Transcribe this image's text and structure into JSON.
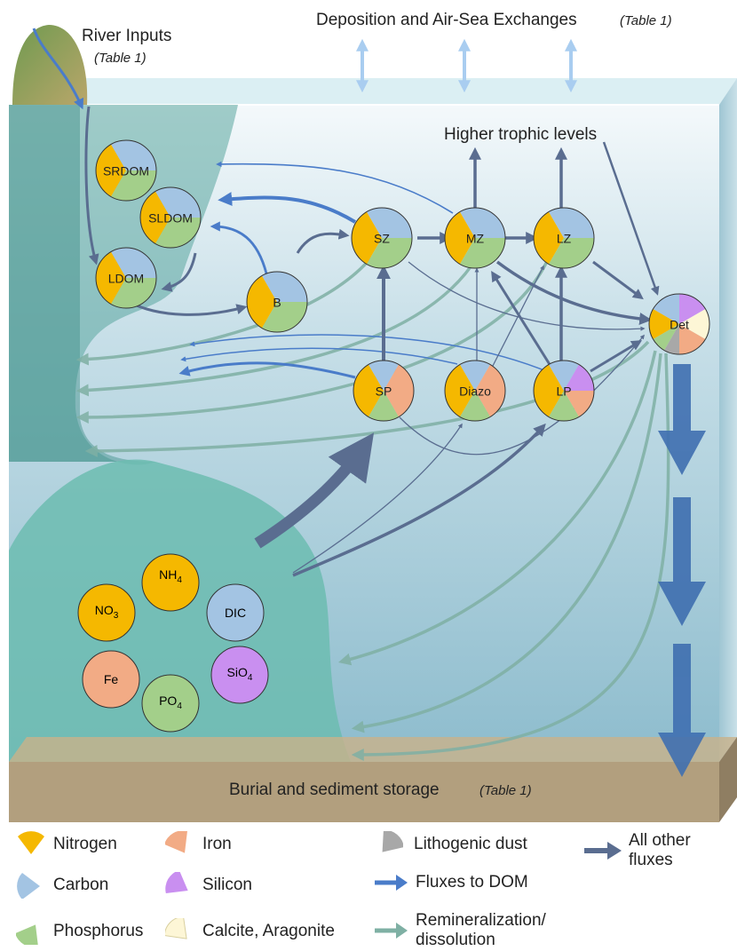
{
  "title_top": "Deposition and Air-Sea Exchanges",
  "title_top_ref": "(Table 1)",
  "river": {
    "label": "River Inputs",
    "ref": "(Table 1)"
  },
  "higher_trophic": "Higher trophic levels",
  "burial": {
    "label": "Burial and sediment storage",
    "ref": "(Table 1)"
  },
  "nodes": {
    "srdom": "SRDOM",
    "sldom": "SLDOM",
    "ldom": "LDOM",
    "b": "B",
    "sz": "SZ",
    "mz": "MZ",
    "lz": "LZ",
    "det": "Det",
    "sp": "SP",
    "diazo": "Diazo",
    "lp": "LP"
  },
  "nutrients": {
    "nh4": "NH",
    "nh4_sub": "4",
    "no3": "NO",
    "no3_sub": "3",
    "dic": "DIC",
    "fe": "Fe",
    "sio4": "SiO",
    "sio4_sub": "4",
    "po4": "PO",
    "po4_sub": "4"
  },
  "legend": {
    "nitrogen": "Nitrogen",
    "carbon": "Carbon",
    "phosphorus": "Phosphorus",
    "iron": "Iron",
    "silicon": "Silicon",
    "calcite": "Calcite, Aragonite",
    "lithogenic": "Lithogenic dust",
    "fluxes_dom": "Fluxes to DOM",
    "remin_1": "Remineralization/",
    "remin_2": "dissolution",
    "other_1": "All other",
    "other_2": "fluxes"
  },
  "colors": {
    "nitrogen": "#f5b800",
    "carbon": "#a3c4e3",
    "phosphorus": "#a3cf8a",
    "iron": "#f2ab85",
    "silicon": "#c98ff0",
    "calcite": "#fdf6d6",
    "lithogenic": "#a8a8a8",
    "dom_flux": "#4a7cc9",
    "remin": "#7fb0a4",
    "other": "#5a6d90"
  }
}
